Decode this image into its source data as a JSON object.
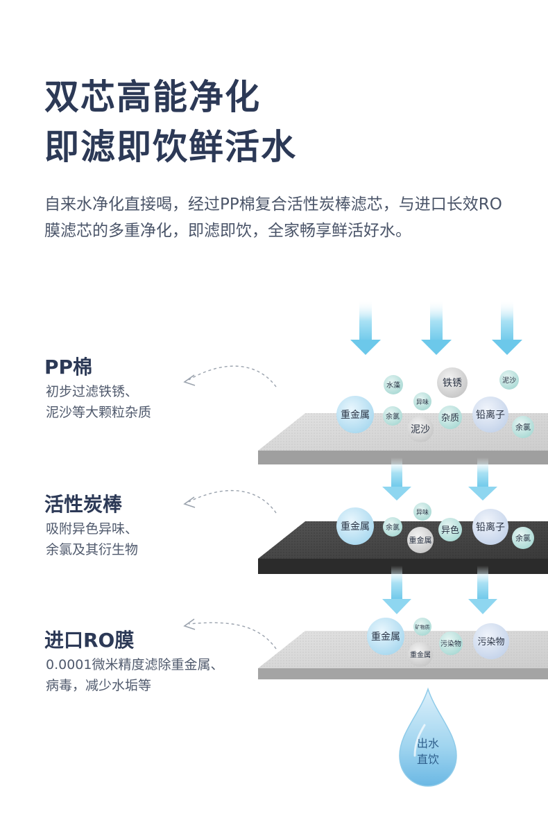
{
  "header": {
    "title_line1": "双芯高能净化",
    "title_line2": "即滤即饮鲜活水",
    "description": "自来水净化直接喝，经过PP棉复合活性炭棒滤芯，与进口长效RO膜滤芯的多重净化，即滤即饮，全家畅享鲜活好水。"
  },
  "sections": [
    {
      "title": "PP棉",
      "desc_line1": "初步过滤铁锈、",
      "desc_line2": "泥沙等大颗粒杂质"
    },
    {
      "title": "活性炭棒",
      "desc_line1": "吸附异色异味、",
      "desc_line2": "余氯及其衍生物"
    },
    {
      "title": "进口RO膜",
      "desc_line1": "0.0001微米精度滤除重金属、",
      "desc_line2": "病毒，减少水垢等"
    }
  ],
  "layer1_particles": {
    "p1": "水藻",
    "p2": "铁锈",
    "p3": "泥沙",
    "p4": "异味",
    "p5": "重金属",
    "p6": "余氯",
    "p7": "泥沙",
    "p8": "杂质",
    "p9": "铅离子",
    "p10": "余氯"
  },
  "layer2_particles": {
    "p1": "异味",
    "p2": "重金属",
    "p3": "余氯",
    "p4": "重金属",
    "p5": "异色",
    "p6": "铅离子",
    "p7": "余氯"
  },
  "layer3_particles": {
    "p1": "矿物质",
    "p2": "重金属",
    "p3": "污染物",
    "p4": "污染物",
    "p5": "重金属"
  },
  "drop": {
    "line1": "出水",
    "line2": "直饮"
  },
  "colors": {
    "title": "#2c3956",
    "arrow": "#7fd0ee",
    "layer_light": "#c9c9c9",
    "layer_dark": "#3d3d3d",
    "drop": "#8ccbea"
  }
}
